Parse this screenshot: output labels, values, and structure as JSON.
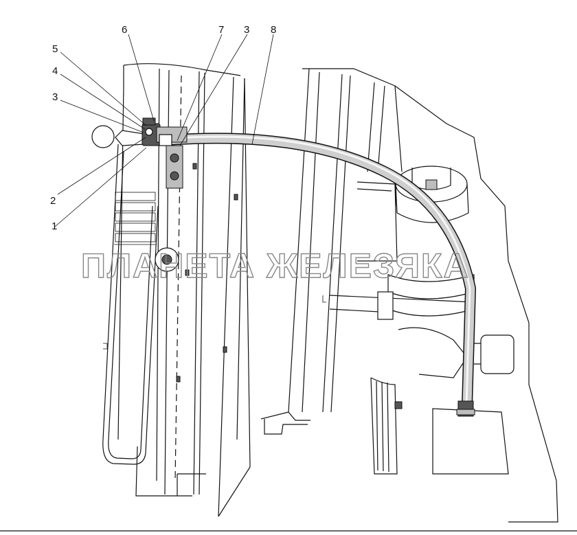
{
  "diagram": {
    "callouts": [
      "1",
      "2",
      "3",
      "3",
      "4",
      "5",
      "6",
      "7",
      "8"
    ],
    "watermark": "ПЛАНЕТА ЖЕЛЕЗЯКА"
  }
}
